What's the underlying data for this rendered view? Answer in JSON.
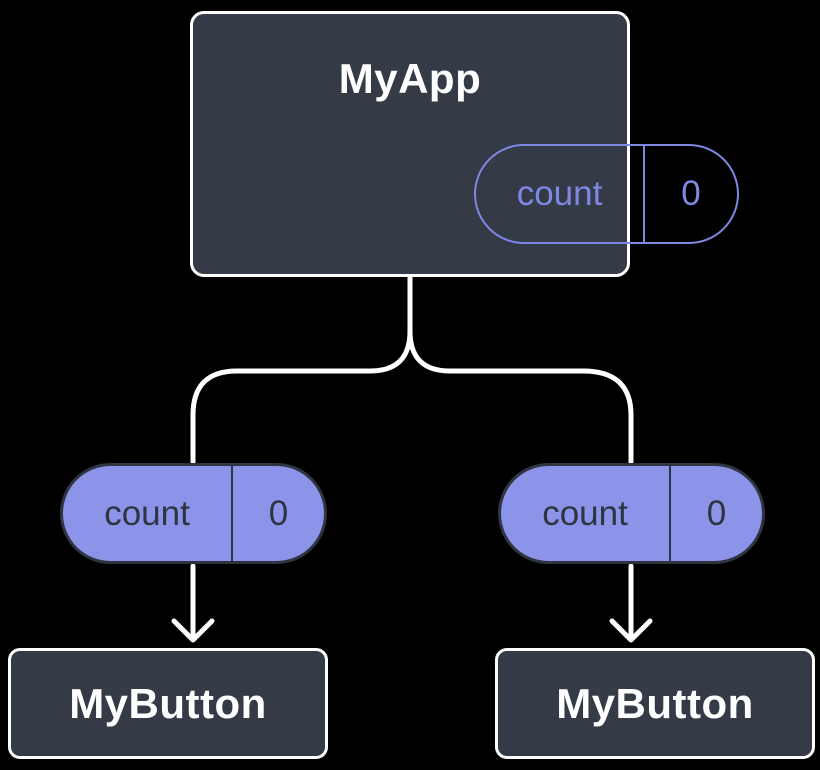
{
  "colors": {
    "background": "#000000",
    "box_fill": "#343B47",
    "box_border": "#FFFFFF",
    "text_light": "#FFFFFF",
    "purple_fill": "#8C94EA",
    "purple_stroke": "#7E87E1",
    "dark_on_purple": "#2E3440",
    "connector": "#FFFFFF"
  },
  "diagram": {
    "root": {
      "title": "MyApp",
      "state": {
        "name": "count",
        "value": "0"
      }
    },
    "children": [
      {
        "title": "MyButton",
        "prop": {
          "name": "count",
          "value": "0"
        }
      },
      {
        "title": "MyButton",
        "prop": {
          "name": "count",
          "value": "0"
        }
      }
    ]
  }
}
